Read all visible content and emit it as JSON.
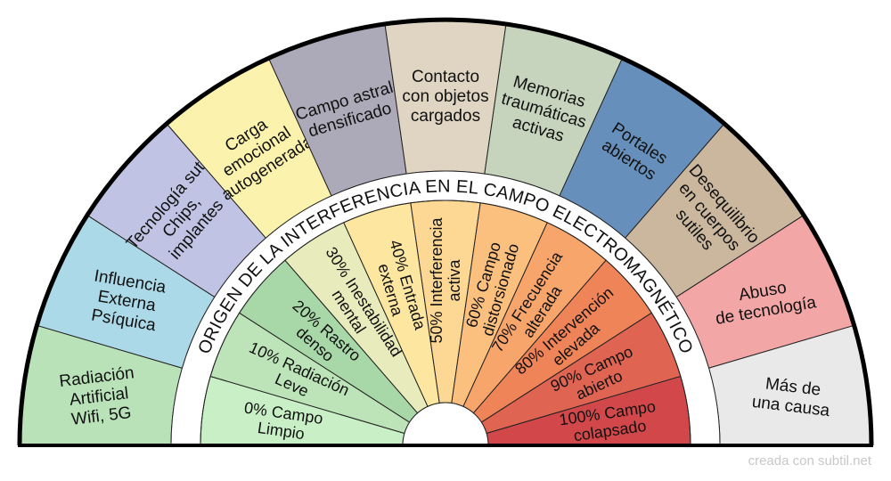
{
  "title": "ORIGEN DE LA INTERFERENCIA EN EL CAMPO ELECTROMAGNÉTICO",
  "credit": "creada con subtil.net",
  "outer_sectors": [
    {
      "lines": [
        "Radiación",
        "Artificial",
        "Wifi, 5G"
      ],
      "color": "#b9e2b9"
    },
    {
      "lines": [
        "Influencia",
        "Externa",
        "Psíquica"
      ],
      "color": "#acd9e8"
    },
    {
      "lines": [
        "Tecnología suti",
        "Chips,",
        "implantes"
      ],
      "color": "#c0c3e3"
    },
    {
      "lines": [
        "Carga",
        "emocional",
        "autogenerada"
      ],
      "color": "#fbf2ad"
    },
    {
      "lines": [
        "Campo astral",
        "densificado"
      ],
      "color": "#acaab8"
    },
    {
      "lines": [
        "Contacto",
        "con objetos",
        "cargados"
      ],
      "color": "#e0d5c2"
    },
    {
      "lines": [
        "Memorias",
        "traumáticas",
        "activas"
      ],
      "color": "#c6d4bd"
    },
    {
      "lines": [
        "Portales",
        "abiertos"
      ],
      "color": "#6690bb"
    },
    {
      "lines": [
        "Desequilibrio",
        "en cuerpos",
        "sutiles"
      ],
      "color": "#cbb79e"
    },
    {
      "lines": [
        "Abuso",
        "de tecnología"
      ],
      "color": "#f2a7a6"
    },
    {
      "lines": [
        "Más de",
        "una causa"
      ],
      "color": "#e9e9e9"
    }
  ],
  "inner_sectors": [
    {
      "lines": [
        "0% Campo",
        "Limpio"
      ],
      "color": "#c9efc6"
    },
    {
      "lines": [
        "10% Radiación",
        "Leve"
      ],
      "color": "#bde4b8"
    },
    {
      "lines": [
        "20% Rastro",
        "denso"
      ],
      "color": "#a8d7a8"
    },
    {
      "lines": [
        "30% Inestabilidad",
        "mental"
      ],
      "color": "#e8ecbc"
    },
    {
      "lines": [
        "40% Entrada",
        "externa"
      ],
      "color": "#fde7a0"
    },
    {
      "lines": [
        "50% Interferencia",
        "activa"
      ],
      "color": "#fcd894"
    },
    {
      "lines": [
        "60% Campo",
        "distorsionado"
      ],
      "color": "#fbbf7e"
    },
    {
      "lines": [
        "70% Frecuencia",
        "alterada"
      ],
      "color": "#f8a56c"
    },
    {
      "lines": [
        "80% Intervención",
        "elevada"
      ],
      "color": "#ee8457"
    },
    {
      "lines": [
        "90% Campo",
        "abierto"
      ],
      "color": "#e06452"
    },
    {
      "lines": [
        "100% Campo",
        "colapsado"
      ],
      "color": "#d2484a"
    }
  ]
}
